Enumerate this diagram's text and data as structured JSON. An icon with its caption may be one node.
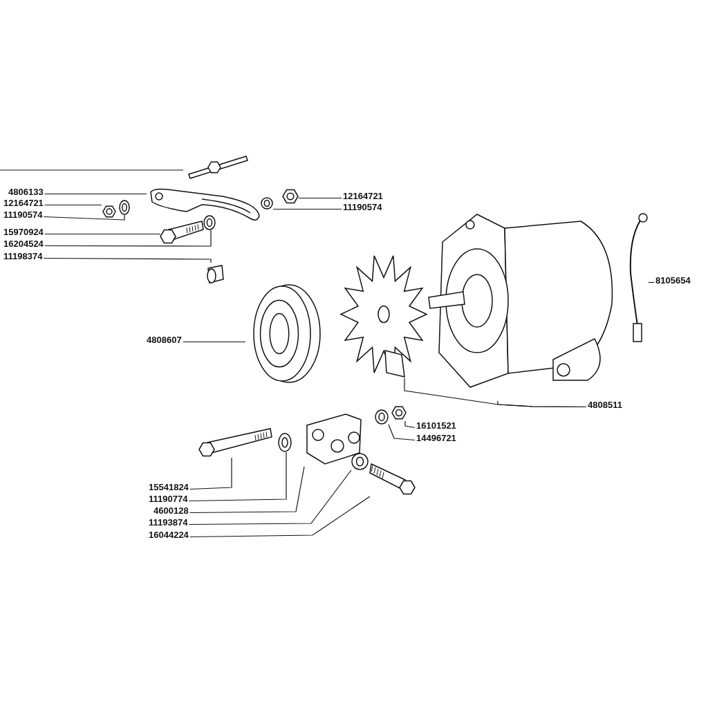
{
  "diagram": {
    "nodes": [
      {
        "text": [],
        "shape": "picture"
      },
      {
        "text": [
          "4806133"
        ]
      },
      {
        "text": [],
        "shape": "picture"
      },
      {
        "text": [
          "12164721"
        ]
      },
      {
        "text": [],
        "shape": "picture"
      },
      {
        "text": [
          "11190574"
        ]
      },
      {
        "text": [],
        "shape": "picture"
      },
      {
        "text": [
          "15970924"
        ]
      },
      {
        "text": [],
        "shape": "picture"
      },
      {
        "text": [
          "16204524"
        ]
      },
      {
        "text": [],
        "shape": "picture"
      },
      {
        "text": [
          "11198374"
        ]
      },
      {
        "text": [],
        "shape": "picture"
      },
      {
        "text": [],
        "shape": "picture"
      },
      {
        "text": [
          "12164721"
        ]
      },
      {
        "text": [],
        "shape": "picture"
      },
      {
        "text": [
          "11190574"
        ]
      },
      {
        "text": [],
        "shape": "picture"
      },
      {
        "text": [],
        "shape": "picture"
      },
      {
        "text": [],
        "shape": "picture"
      },
      {
        "text": [
          "8105654"
        ]
      },
      {
        "text": [],
        "shape": "picture"
      },
      {
        "text": [
          "4808607"
        ]
      },
      {
        "text": [
          "4808511"
        ]
      },
      {
        "text": [],
        "shape": "picture"
      },
      {
        "text": [
          "16101521"
        ]
      },
      {
        "text": [],
        "shape": "picture"
      },
      {
        "text": [
          "14496721"
        ]
      },
      {
        "text": [],
        "shape": "picture"
      },
      {
        "text": [],
        "shape": "picture"
      },
      {
        "text": [],
        "shape": "picture"
      },
      {
        "text": [],
        "shape": "picture"
      },
      {
        "text": [],
        "shape": "picture"
      },
      {
        "text": [
          "15541824"
        ]
      },
      {
        "text": [
          "11190774"
        ]
      },
      {
        "text": [
          "4600128"
        ]
      },
      {
        "text": [
          "11193874"
        ]
      },
      {
        "text": [
          "16044224"
        ]
      }
    ],
    "edges": [
      {
        "from": null,
        "to": 0,
        "arrow": "none"
      },
      {
        "from": 1,
        "to": 2,
        "arrow": "none"
      },
      {
        "from": 3,
        "to": 4,
        "arrow": "none"
      },
      {
        "from": 5,
        "to": 6,
        "arrow": "none"
      },
      {
        "from": 7,
        "to": 8,
        "arrow": "none"
      },
      {
        "from": 9,
        "to": 10,
        "arrow": "none"
      },
      {
        "from": 11,
        "to": 12,
        "arrow": "none"
      },
      {
        "from": 14,
        "to": 13,
        "arrow": "none"
      },
      {
        "from": 16,
        "to": 15,
        "arrow": "none"
      },
      {
        "from": 20,
        "to": 19,
        "arrow": "none"
      },
      {
        "from": 22,
        "to": 21,
        "arrow": "none"
      },
      {
        "from": 23,
        "to": 17,
        "arrow": "none"
      },
      {
        "from": 23,
        "to": 18,
        "arrow": "none"
      },
      {
        "from": 25,
        "to": 24,
        "arrow": "none"
      },
      {
        "from": 27,
        "to": 26,
        "arrow": "none"
      },
      {
        "from": 33,
        "to": 28,
        "arrow": "none"
      },
      {
        "from": 34,
        "to": 29,
        "arrow": "none"
      },
      {
        "from": 35,
        "to": 30,
        "arrow": "none"
      },
      {
        "from": 36,
        "to": 31,
        "arrow": "none"
      },
      {
        "from": 37,
        "to": 32,
        "arrow": "none"
      }
    ]
  }
}
